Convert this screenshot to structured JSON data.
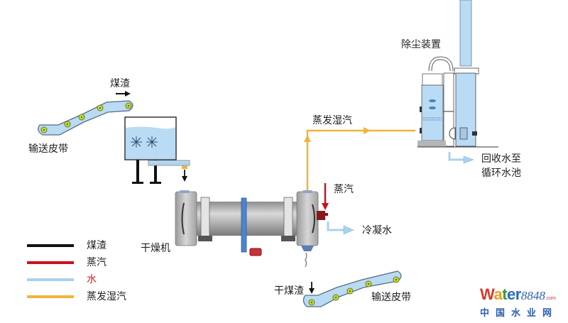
{
  "diagram": {
    "type": "process-flow",
    "subject": "Coal slag drying process"
  },
  "labels": {
    "top_conveyor": "输送皮带",
    "top_material": "煤渣",
    "dryer": "干燥机",
    "evaporated_vapor": "蒸发湿汽",
    "steam": "蒸汽",
    "condensate": "冷凝水",
    "dust_removal": "除尘装置",
    "recycled_water_line1": "回收水至",
    "recycled_water_line2": "循环水池",
    "dry_slag": "干煤渣",
    "bottom_conveyor": "输送皮带"
  },
  "legend": {
    "items": [
      {
        "label": "煤渣",
        "color": "#111111",
        "label_color": "#222222"
      },
      {
        "label": "蒸汽",
        "color": "#c8141e",
        "label_color": "#222222"
      },
      {
        "label": "水",
        "color": "#a9d2f0",
        "label_color": "#d42020"
      },
      {
        "label": "蒸发湿汽",
        "color": "#f0b43c",
        "label_color": "#222222"
      }
    ]
  },
  "colors": {
    "slag": "#111111",
    "steam": "#c8141e",
    "water": "#a9d2f0",
    "vapor": "#f0b43c",
    "equipment_gray": "#a8a8a8",
    "liquid_blue": "#b8d8f2"
  },
  "watermark": {
    "brand_W": "W",
    "brand_a": "a",
    "brand_t": "t",
    "brand_e": "e",
    "brand_r": "r",
    "brand_num": "8848",
    "brand_com": ".com",
    "brand_cn": "中国水业网"
  }
}
